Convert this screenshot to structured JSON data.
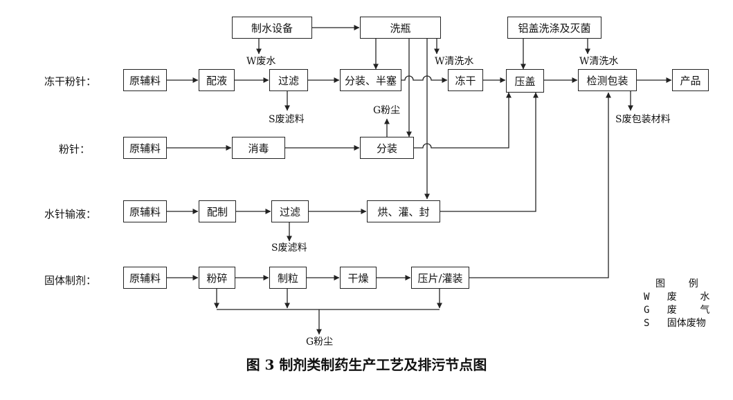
{
  "caption": "图 3  制剂类制药生产工艺及排污节点图",
  "row_labels": {
    "lyo": "冻干粉针：",
    "powder": "粉针：",
    "liquid": "水针输液：",
    "solid": "固体制剂："
  },
  "boxes": {
    "water_equip": "制水设备",
    "bottle_wash": "洗瓶",
    "cap_wash": "铝盖洗涤及灭菌",
    "lyo_raw": "原辅料",
    "lyo_mix": "配液",
    "lyo_filter": "过滤",
    "lyo_fill": "分装、半塞",
    "lyo_dry": "冻干",
    "cap_press": "压盖",
    "inspect_pack": "检测包装",
    "product": "产品",
    "pw_raw": "原辅料",
    "pw_sterilize": "消毒",
    "pw_fill": "分装",
    "liq_raw": "原辅料",
    "liq_prep": "配制",
    "liq_filter": "过滤",
    "liq_bake": "烘、灌、封",
    "sol_raw": "原辅料",
    "sol_crush": "粉碎",
    "sol_granulate": "制粒",
    "sol_dry": "干燥",
    "sol_press": "压片/灌装"
  },
  "emissions": {
    "w_waste_water": "W废水",
    "w_clean_water_1": "W清洗水",
    "w_clean_water_2": "W清洗水",
    "s_filter_residue_1": "S废滤料",
    "g_dust_1": "G粉尘",
    "s_waste_packaging": "S废包装材料",
    "s_filter_residue_2": "S废滤料",
    "g_dust_2": "G粉尘"
  },
  "legend": {
    "title": "图    例",
    "w": "W   废    水",
    "g": "G   废    气",
    "s": "S   固体废物"
  }
}
